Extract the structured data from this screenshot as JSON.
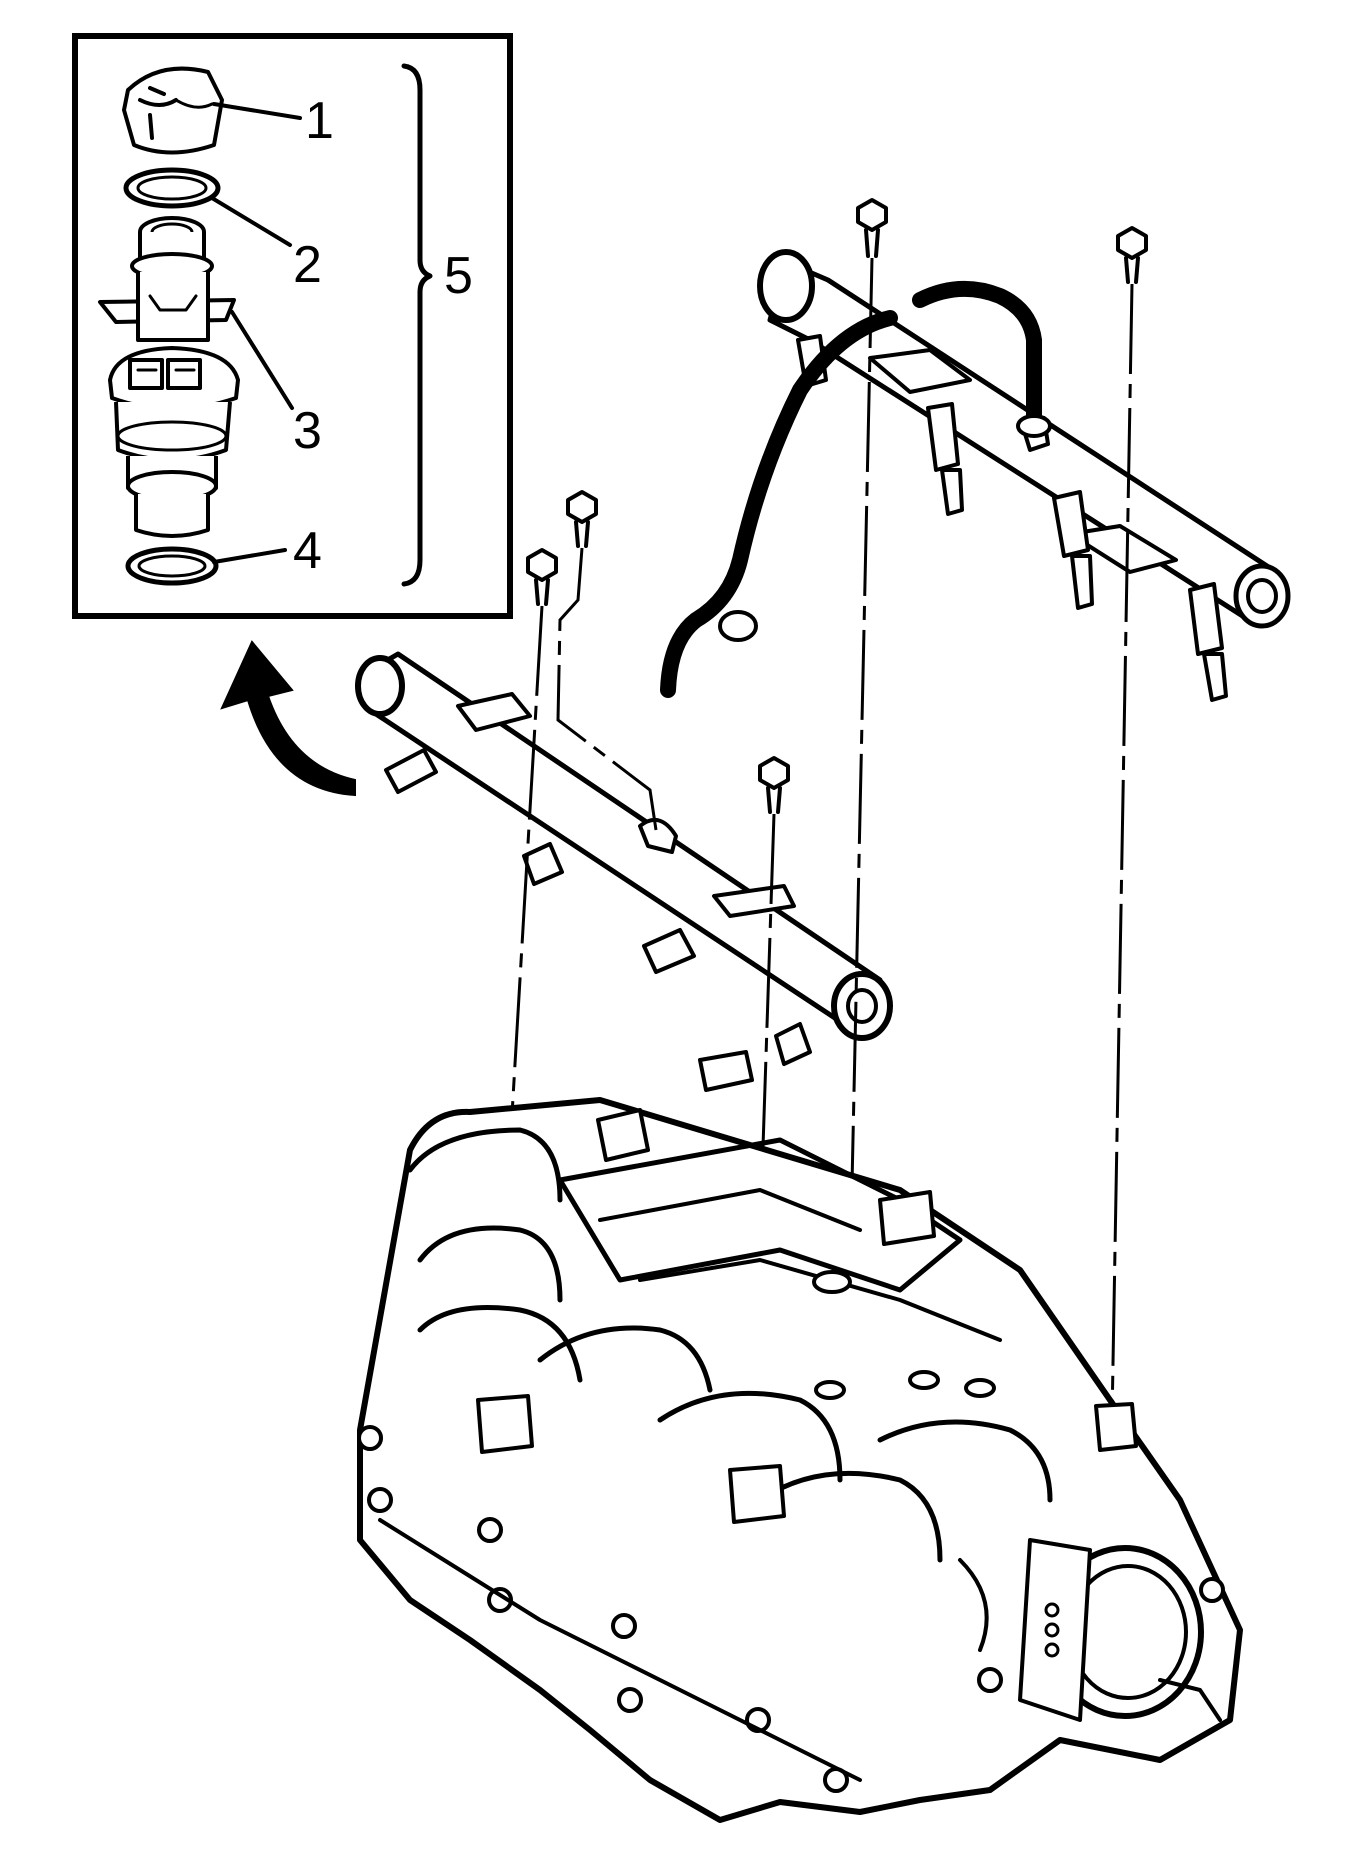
{
  "callouts": {
    "c1": "1",
    "c2": "2",
    "c3": "3",
    "c4": "4",
    "c5": "5"
  },
  "colors": {
    "line": "#000000",
    "background": "#ffffff"
  },
  "icons": {
    "arrow": "curved-arrow-icon"
  }
}
